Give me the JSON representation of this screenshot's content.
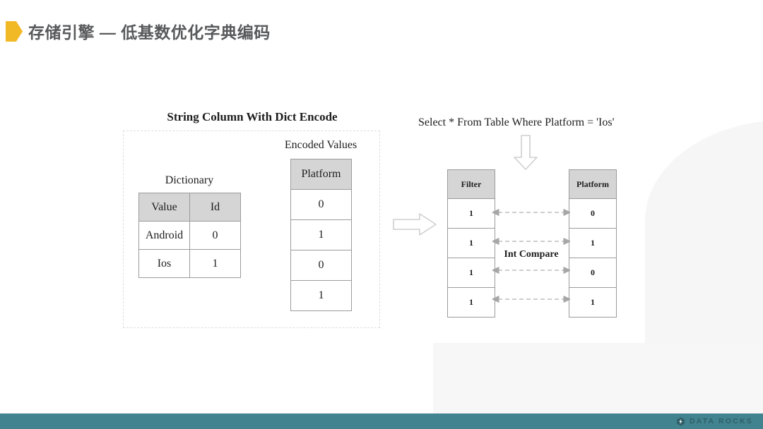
{
  "slide": {
    "title": "存储引擎 — 低基数优化字典编码",
    "marker_color": "#f2b927",
    "title_color": "#58595b"
  },
  "left_panel": {
    "heading": "String Column With Dict Encode",
    "dictionary": {
      "caption": "Dictionary",
      "headers": [
        "Value",
        "Id"
      ],
      "rows": [
        [
          "Android",
          "0"
        ],
        [
          "Ios",
          "1"
        ]
      ]
    },
    "encoded_values": {
      "caption": "Encoded Values",
      "header": "Platform",
      "values": [
        "0",
        "1",
        "0",
        "1"
      ]
    }
  },
  "transition": {
    "arrow_icon": "arrow-right-block-icon"
  },
  "right_panel": {
    "query": "Select * From Table Where Platform = 'Ios'",
    "arrow_icon": "arrow-down-block-icon",
    "filter": {
      "header": "Filter",
      "values": [
        "1",
        "1",
        "1",
        "1"
      ]
    },
    "platform": {
      "header": "Platform",
      "values": [
        "0",
        "1",
        "0",
        "1"
      ]
    },
    "compare_label": "Int Compare"
  },
  "footer": {
    "brand": "DATA ROCKS",
    "logo_icon": "hexagon-spark-icon",
    "bar_color": "#41838f",
    "brand_text_color": "#2f5f68"
  }
}
